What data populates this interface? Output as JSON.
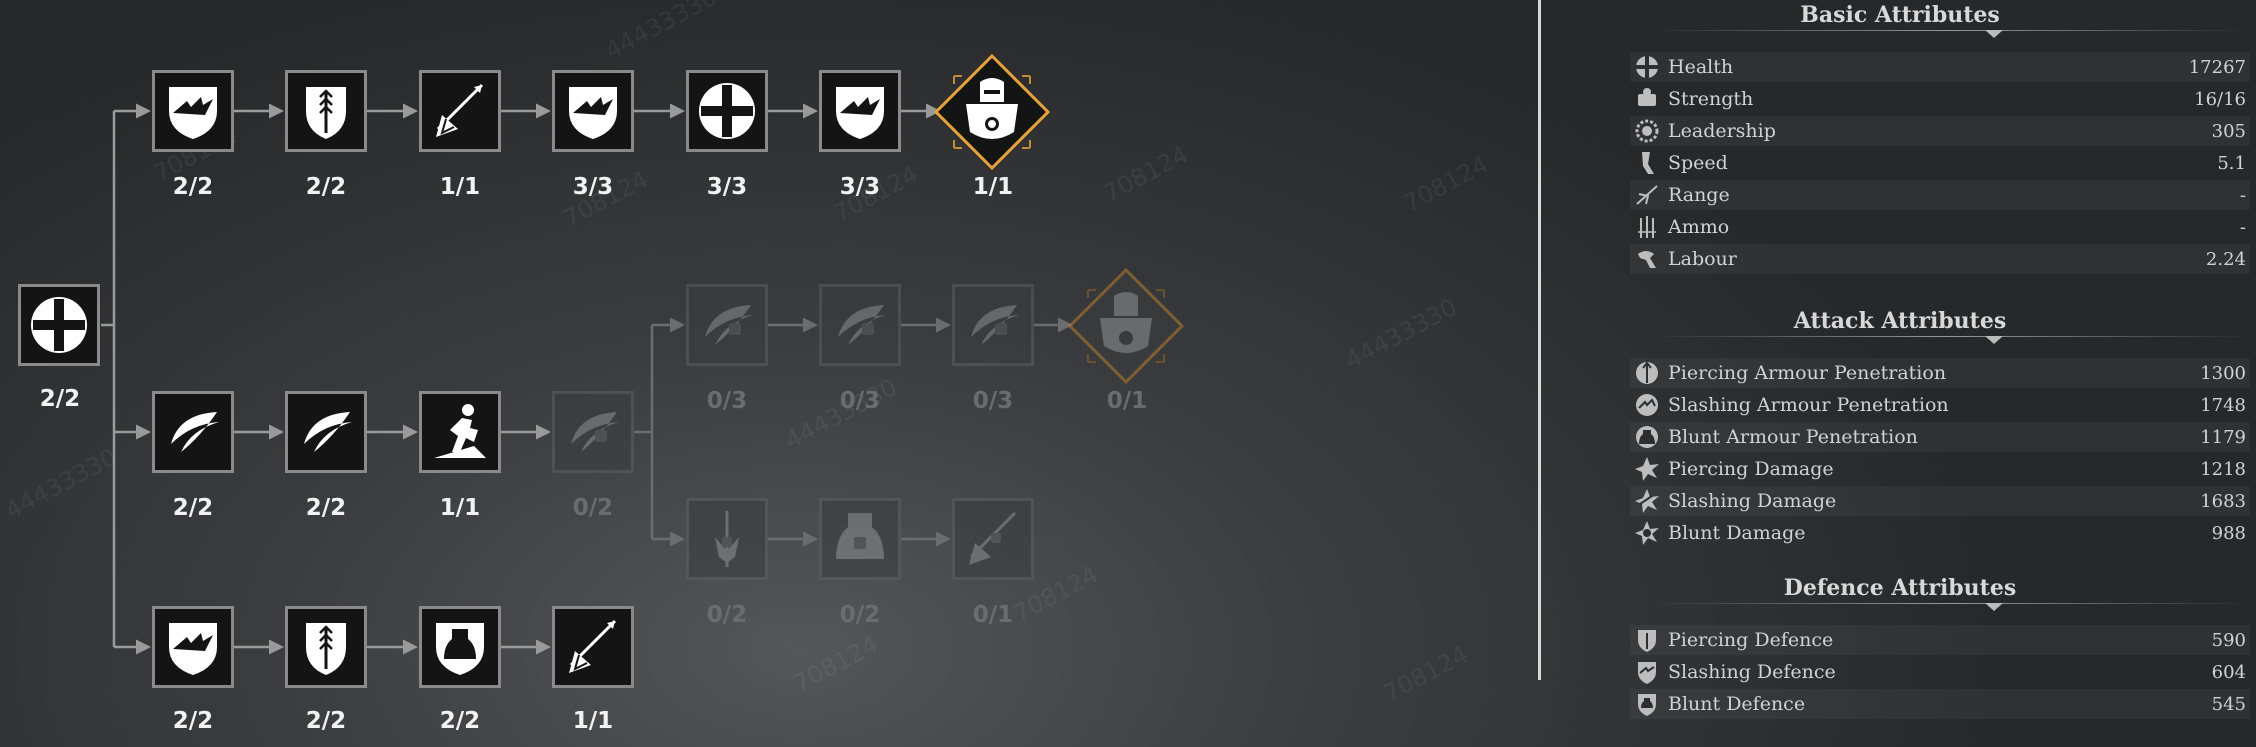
{
  "tree": {
    "root": {
      "count": "2/2",
      "icon": "cross-icon"
    },
    "branch_top": [
      {
        "count": "2/2",
        "icon": "slash-shield-icon"
      },
      {
        "count": "2/2",
        "icon": "pierce-shield-icon"
      },
      {
        "count": "1/1",
        "icon": "spear-icon"
      },
      {
        "count": "3/3",
        "icon": "slash-shield-icon"
      },
      {
        "count": "3/3",
        "icon": "cross-icon"
      },
      {
        "count": "3/3",
        "icon": "slash-shield-icon"
      },
      {
        "count": "1/1",
        "icon": "armored-knight-icon"
      }
    ],
    "branch_mid": [
      {
        "count": "2/2",
        "icon": "crescent-slash-icon"
      },
      {
        "count": "2/2",
        "icon": "crescent-slash-icon"
      },
      {
        "count": "1/1",
        "icon": "sprint-icon"
      },
      {
        "count": "0/2",
        "icon": "locked-crescent-icon"
      }
    ],
    "branch_mid_upper": [
      {
        "count": "0/3",
        "icon": "locked-crescent-icon"
      },
      {
        "count": "0/3",
        "icon": "locked-crescent-icon"
      },
      {
        "count": "0/3",
        "icon": "locked-crescent-icon"
      },
      {
        "count": "0/1",
        "icon": "armored-knight-icon"
      }
    ],
    "branch_mid_lower": [
      {
        "count": "0/2",
        "icon": "locked-pierce-icon"
      },
      {
        "count": "0/2",
        "icon": "locked-bell-icon"
      },
      {
        "count": "0/1",
        "icon": "locked-spear-icon"
      }
    ],
    "branch_bottom": [
      {
        "count": "2/2",
        "icon": "slash-shield-icon"
      },
      {
        "count": "2/2",
        "icon": "pierce-shield-icon"
      },
      {
        "count": "2/2",
        "icon": "blunt-shield-icon"
      },
      {
        "count": "1/1",
        "icon": "spear-icon"
      }
    ]
  },
  "watermarks": [
    "708124",
    "708124",
    "708124",
    "708124",
    "708124",
    "708124",
    "708124",
    "708124",
    "44433330",
    "44433330",
    "44433330",
    "44433330"
  ],
  "panel": {
    "basic": {
      "title": "Basic Attributes",
      "rows": [
        {
          "icon": "health-icon",
          "label": "Health",
          "value": "17267"
        },
        {
          "icon": "strength-icon",
          "label": "Strength",
          "value": "16/16"
        },
        {
          "icon": "leadership-icon",
          "label": "Leadership",
          "value": "305"
        },
        {
          "icon": "speed-icon",
          "label": "Speed",
          "value": "5.1"
        },
        {
          "icon": "range-icon",
          "label": "Range",
          "value": "-"
        },
        {
          "icon": "ammo-icon",
          "label": "Ammo",
          "value": "-"
        },
        {
          "icon": "labour-icon",
          "label": "Labour",
          "value": "2.24"
        }
      ]
    },
    "attack": {
      "title": "Attack Attributes",
      "rows": [
        {
          "icon": "piercing-pen-icon",
          "label": "Piercing Armour Penetration",
          "value": "1300"
        },
        {
          "icon": "slashing-pen-icon",
          "label": "Slashing Armour Penetration",
          "value": "1748"
        },
        {
          "icon": "blunt-pen-icon",
          "label": "Blunt Armour Penetration",
          "value": "1179"
        },
        {
          "icon": "piercing-dmg-icon",
          "label": "Piercing Damage",
          "value": "1218"
        },
        {
          "icon": "slashing-dmg-icon",
          "label": "Slashing Damage",
          "value": "1683"
        },
        {
          "icon": "blunt-dmg-icon",
          "label": "Blunt Damage",
          "value": "988"
        }
      ]
    },
    "defence": {
      "title": "Defence Attributes",
      "rows": [
        {
          "icon": "piercing-def-icon",
          "label": "Piercing Defence",
          "value": "590"
        },
        {
          "icon": "slashing-def-icon",
          "label": "Slashing Defence",
          "value": "604"
        },
        {
          "icon": "blunt-def-icon",
          "label": "Blunt Defence",
          "value": "545"
        }
      ]
    }
  }
}
